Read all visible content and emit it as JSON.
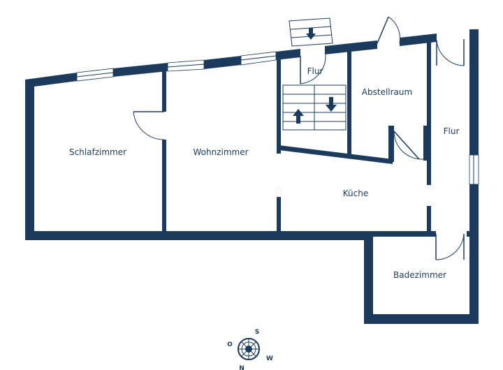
{
  "rooms": {
    "schlafzimmer": "Schlafzimmer",
    "wohnzimmer": "Wohnzimmer",
    "flur_stair": "Flur",
    "abstellraum": "Abstellraum",
    "flur_right": "Flur",
    "kueche": "Küche",
    "badezimmer": "Badezimmer"
  },
  "compass": {
    "s": "S",
    "o": "O",
    "w": "W",
    "n": "N"
  },
  "colors": {
    "wall": "#1b3a5c",
    "background": "#ffffff"
  }
}
